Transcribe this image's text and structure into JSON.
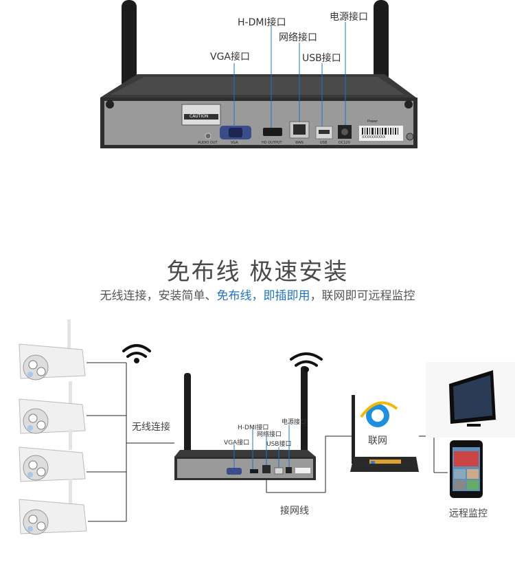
{
  "top_labels": {
    "hdmi": "H-DMI接口",
    "power": "电源接口",
    "network": "网络接口",
    "vga": "VGA接口",
    "usb": "USB接口"
  },
  "device_panel": {
    "caution": "CAUTION",
    "audio_out": "AUDIO OUT",
    "vga": "VGA",
    "hd_output": "HD OUTPUT",
    "wan": "WAN",
    "usb": "USB",
    "dc12v": "DC12V",
    "power": "Power",
    "serial": "XXXXXXXXXX"
  },
  "headline": {
    "title": "免布线 极速安装",
    "sub_part1": "无线连接，安装简单、",
    "sub_highlight1": "免布线，即插即用",
    "sub_part2": "，联网即可远程监控"
  },
  "diagram": {
    "wireless_connect": "无线连接",
    "small_hdmi": "H-DMI接口",
    "small_power": "电源接口",
    "small_network": "网络接口",
    "small_vga": "VGA接口",
    "small_usb": "USB接口",
    "network_cable": "接网线",
    "internet": "联网",
    "remote_monitor": "远程监控",
    "ie_letter": "e"
  },
  "colors": {
    "accent_blue": "#1e73c8",
    "device_dark": "#2b2b2b",
    "panel_gray": "#8c8c8c",
    "wifi_black": "#111111"
  }
}
